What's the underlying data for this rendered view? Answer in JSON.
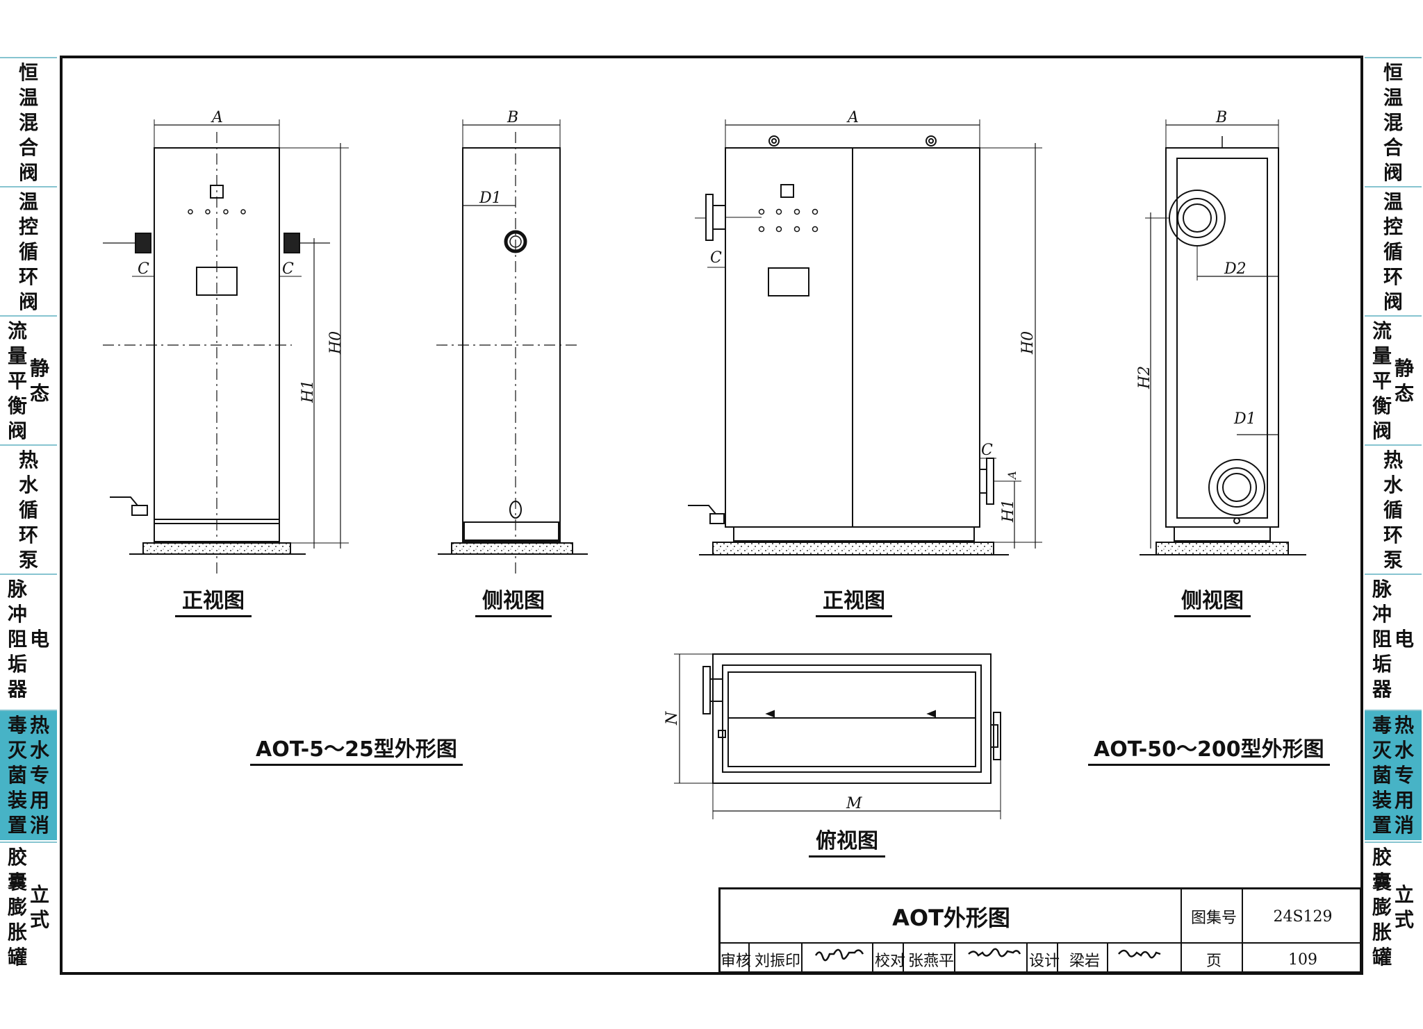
{
  "side_tabs": [
    {
      "lines": [
        "恒温混合阀"
      ],
      "active": false
    },
    {
      "lines": [
        "温控循环阀"
      ],
      "active": false
    },
    {
      "lines": [
        "流量平衡阀",
        "静态"
      ],
      "active": false
    },
    {
      "lines": [
        "热水循环泵"
      ],
      "active": false
    },
    {
      "lines": [
        "脉冲阻垢器",
        "电"
      ],
      "active": false
    },
    {
      "lines": [
        "毒灭菌装置",
        "热水专用消"
      ],
      "active": true
    },
    {
      "lines": [
        "胶囊膨胀罐",
        "立式"
      ],
      "active": false
    }
  ],
  "views": {
    "small_front": "正视图",
    "small_side": "侧视图",
    "large_front": "正视图",
    "large_side": "侧视图",
    "top": "俯视图"
  },
  "group_titles": {
    "small": "AOT-5～25型外形图",
    "large": "AOT-50～200型外形图"
  },
  "dimensions": {
    "A": "A",
    "B": "B",
    "C": "C",
    "D1": "D1",
    "D2": "D2",
    "H0": "H0",
    "H1": "H1",
    "H2": "H2",
    "N": "N",
    "M": "M"
  },
  "title_block": {
    "drawing_title": "AOT外形图",
    "atlas_label": "图集号",
    "atlas_no": "24S129",
    "review_label": "审核",
    "reviewer": "刘振印",
    "check_label": "校对",
    "checker": "张燕平",
    "design_label": "设计",
    "designer": "梁岩",
    "page_label": "页",
    "page_no": "109"
  }
}
